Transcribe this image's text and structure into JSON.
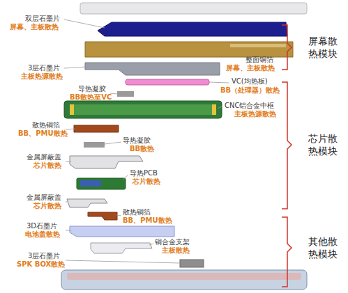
{
  "diagram": {
    "labels": [
      "双层石墨片",
      "屏幕、主板散热",
      "屏幕散热模块",
      "整面铜箔",
      "屏幕、主板散热",
      "3层石墨片",
      "主板热源散热",
      "VC(均热板)",
      "BB（处理器）散热",
      "导热凝胶",
      "BB散热至VC",
      "CNC铝合金中框",
      "主板热源散热",
      "散热铜箔",
      "BB、PMU散热",
      "芯片散热模块",
      "导热凝胶",
      "BB散热",
      "金属屏蔽盖",
      "芯片散热",
      "导热PCB",
      "芯片散热",
      "金属屏蔽盖",
      "芯片散热",
      "散热铜箔",
      "BB、PMU散热",
      "3D石墨片",
      "电池盖散热",
      "其他散热模块",
      "铜合金支架",
      "主板散热",
      "3层石墨片",
      "SPK BOX散热"
    ]
  }
}
